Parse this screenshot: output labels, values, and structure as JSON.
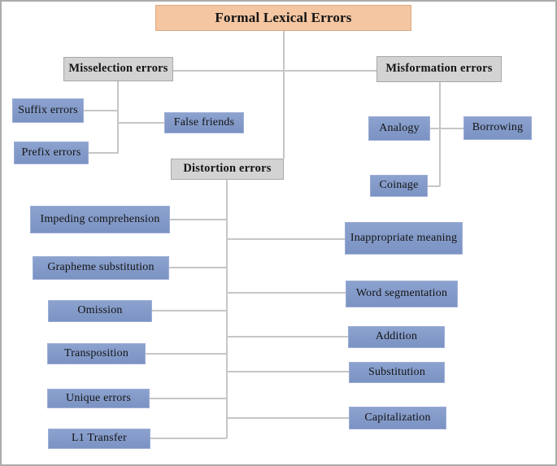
{
  "diagram": {
    "title": "Formal Lexical Errors",
    "type": "taxonomy-flowchart",
    "colors": {
      "root_fill": "#f4c6a2",
      "root_border": "#dcaa82",
      "category_fill": "#d3d3d3",
      "category_border": "#a8a8a8",
      "leaf_fill": "#8098c8",
      "leaf_border": "#9dadd6",
      "connector": "#c6c6c6",
      "text": "#141414",
      "page_border": "#ababab"
    },
    "nodes": {
      "formal": {
        "label": "Formal Lexical Errors"
      },
      "misselection": {
        "label": "Misselection errors"
      },
      "suffix": {
        "label": "Suffix errors"
      },
      "prefix": {
        "label": "Prefix errors"
      },
      "false_friends": {
        "label": "False friends"
      },
      "misformation": {
        "label": "Misformation errors"
      },
      "analogy": {
        "label": "Analogy"
      },
      "borrowing": {
        "label": "Borrowing"
      },
      "coinage": {
        "label": "Coinage"
      },
      "distortion": {
        "label": "Distortion errors"
      },
      "impeding": {
        "label": "Impeding comprehension"
      },
      "grapheme": {
        "label": "Grapheme substitution"
      },
      "omission": {
        "label": "Omission"
      },
      "transposition": {
        "label": "Transposition"
      },
      "unique": {
        "label": "Unique errors"
      },
      "l1_transfer": {
        "label": "L1 Transfer"
      },
      "inappropriate": {
        "label": "Inappropriate meaning"
      },
      "word_segmentation": {
        "label": "Word segmentation"
      },
      "addition": {
        "label": "Addition"
      },
      "substitution": {
        "label": "Substitution"
      },
      "capitalization": {
        "label": "Capitalization"
      }
    },
    "edges": [
      [
        "formal",
        "misselection"
      ],
      [
        "formal",
        "misformation"
      ],
      [
        "formal",
        "distortion"
      ],
      [
        "misselection",
        "suffix"
      ],
      [
        "misselection",
        "false_friends"
      ],
      [
        "misselection",
        "prefix"
      ],
      [
        "misformation",
        "analogy"
      ],
      [
        "misformation",
        "borrowing"
      ],
      [
        "misformation",
        "coinage"
      ],
      [
        "distortion",
        "impeding"
      ],
      [
        "distortion",
        "inappropriate"
      ],
      [
        "distortion",
        "grapheme"
      ],
      [
        "distortion",
        "word_segmentation"
      ],
      [
        "distortion",
        "omission"
      ],
      [
        "distortion",
        "addition"
      ],
      [
        "distortion",
        "transposition"
      ],
      [
        "distortion",
        "substitution"
      ],
      [
        "distortion",
        "unique"
      ],
      [
        "distortion",
        "capitalization"
      ],
      [
        "distortion",
        "l1_transfer"
      ]
    ]
  }
}
